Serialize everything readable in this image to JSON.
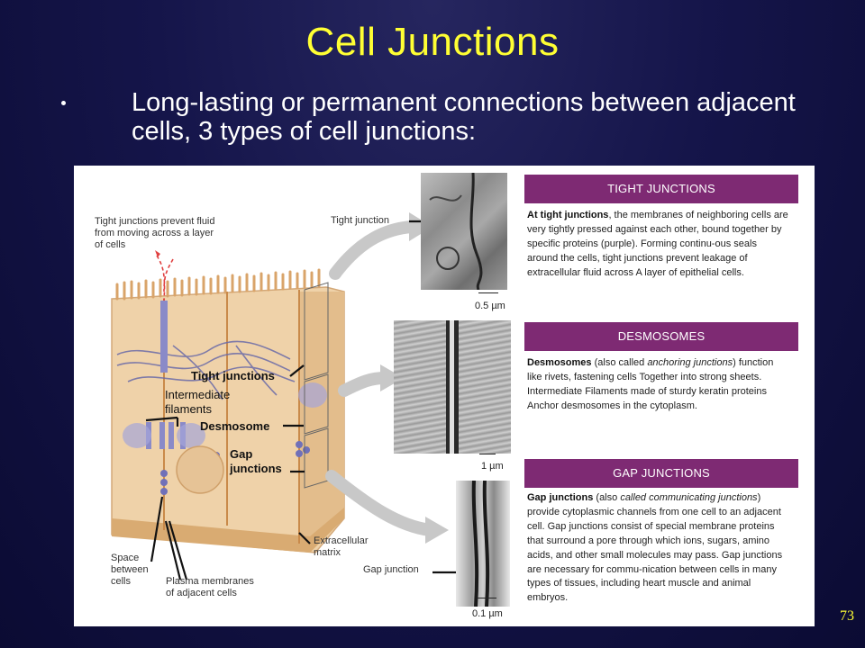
{
  "slide": {
    "title": "Cell Junctions",
    "bullet": "Long-lasting or permanent connections between adjacent cells, 3 types of cell junctions:",
    "page_number": "73"
  },
  "figure": {
    "labels": {
      "tight_prevent": "Tight junctions prevent fluid from moving across a layer of cells",
      "tight_junctions": "Tight junctions",
      "intermediate_filaments": "Intermediate filaments",
      "desmosome": "Desmosome",
      "gap_junctions": "Gap junctions",
      "space_between": "Space between cells",
      "plasma_membranes": "Plasma membranes of adjacent cells",
      "extracellular": "Extracellular matrix",
      "tight_junction_em": "Tight junction",
      "gap_junction_em": "Gap junction"
    },
    "scales": {
      "s1": "0.5 µm",
      "s2": "1 µm",
      "s3": "0.1 µm"
    },
    "panels": [
      {
        "heading": "TIGHT JUNCTIONS",
        "lead_bold": "At tight junctions",
        "text": ", the membranes of neighboring cells are very tightly pressed against each other, bound together by specific proteins (purple). Forming continu-ous seals around the cells, tight junctions prevent leakage of extracellular fluid across A layer of epithelial cells."
      },
      {
        "heading": "DESMOSOMES",
        "lead_bold": "Desmosomes",
        "pre": " (also called ",
        "italic": "anchoring junctions",
        "text": ") function like rivets, fastening cells Together into strong sheets. Intermediate Filaments made of sturdy keratin proteins Anchor desmosomes in the cytoplasm."
      },
      {
        "heading": "GAP JUNCTIONS",
        "lead_bold": "Gap junctions",
        "pre": " (also ",
        "italic": "called communicating junctions",
        "text": ") provide cytoplasmic channels from one cell to an adjacent cell. Gap junctions consist of special membrane proteins that surround a pore through which ions, sugars, amino acids, and other small molecules may pass. Gap junctions are necessary for commu-nication between cells in many types of tissues, including heart muscle and animal embryos."
      }
    ],
    "colors": {
      "header_purple": "#7e2a73",
      "cell_tan": "#efd2a9",
      "junction_purple": "#8a8ac8",
      "arrow_grey": "#c8c8c8"
    }
  }
}
